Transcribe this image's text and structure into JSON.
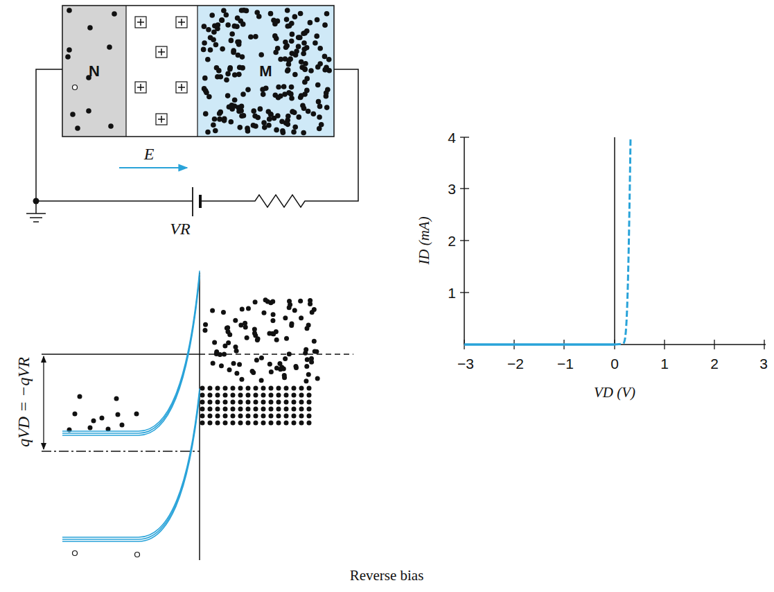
{
  "diagram": {
    "nodes": [
      {
        "text": [
          "N"
        ]
      },
      {
        "text": [
          "M"
        ]
      }
    ],
    "labels": [
      "E",
      "VR",
      "qVD = −qVR",
      "4",
      "3",
      "2",
      "1",
      "ID (mA)",
      "−3",
      "−2",
      "−1",
      "0",
      "1",
      "2",
      "3",
      "VD (V)",
      "Reverse bias"
    ]
  }
}
